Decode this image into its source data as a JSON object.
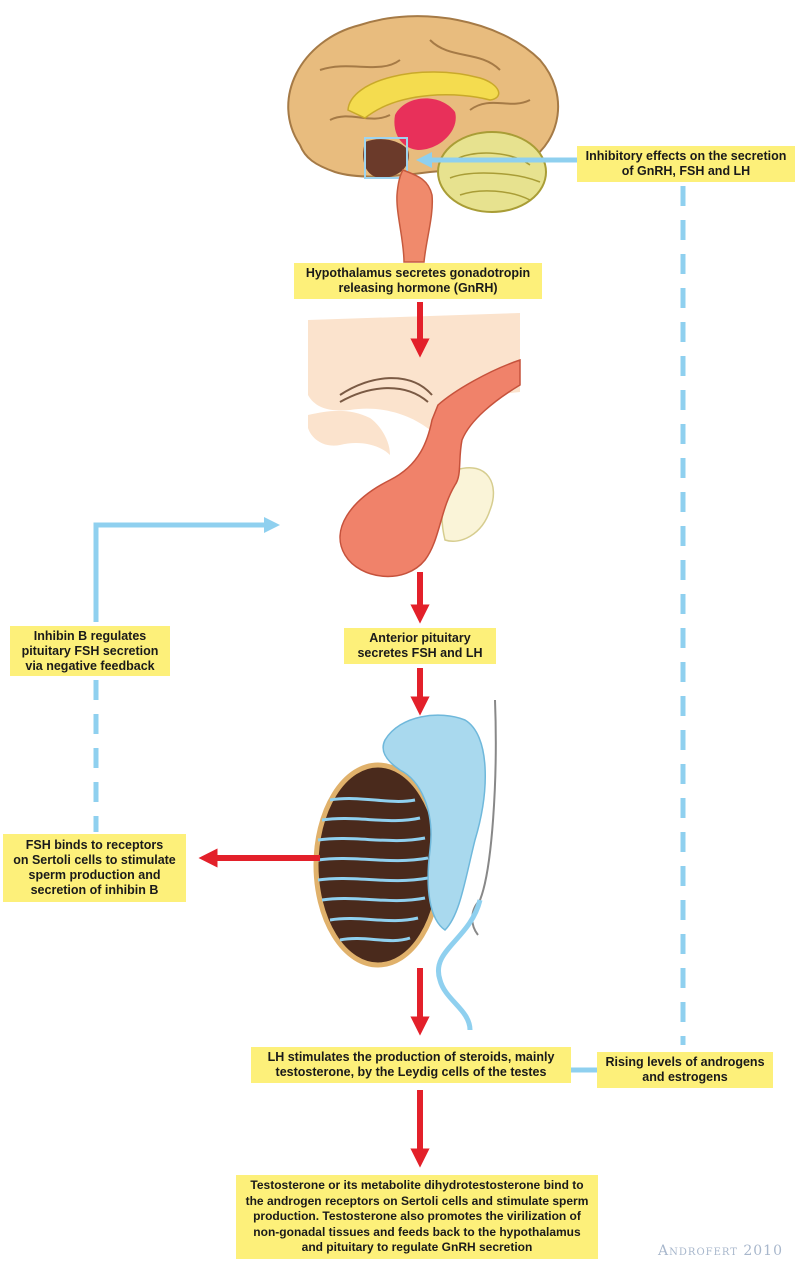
{
  "labels": {
    "hypothalamus": "Hypothalamus secretes gonadotropin\nreleasing hormone (GnRH)",
    "inhibitory": "Inhibitory effects on the secretion\nof GnRH, FSH and LH",
    "anterior_pituitary": "Anterior pituitary\nsecretes FSH and LH",
    "inhibin_b": "Inhibin B regulates\npituitary FSH secretion\nvia negative feedback",
    "fsh_binds": "FSH binds to receptors\non Sertoli cells to stimulate\nsperm production and\nsecretion of inhibin B",
    "lh_stimulates": "LH stimulates the production of steroids, mainly\ntestosterone, by the Leydig cells of the testes",
    "rising_levels": "Rising levels of androgens\nand estrogens",
    "testosterone": "Testosterone or its metabolite dihydrotestosterone bind to\nthe androgen receptors on Sertoli cells and stimulate sperm\nproduction.  Testosterone also promotes the virilization of\nnon-gonadal tissues and feeds back to the hypothalamus\nand pituitary to regulate GnRH secretion"
  },
  "credit": "Androfert 2010",
  "colors": {
    "label_bg": "#fdf07a",
    "stimulatory_arrow": "#e3202a",
    "feedback_arrow": "#8fd0ef"
  }
}
